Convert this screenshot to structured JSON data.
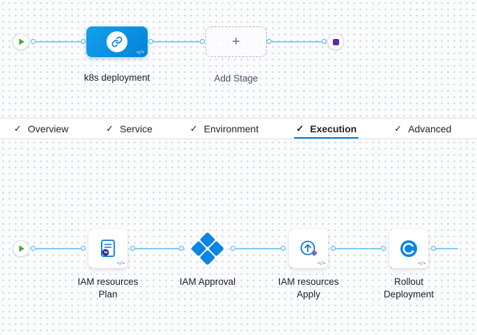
{
  "stage_pipeline": {
    "stage_label": "k8s deployment",
    "stage_code_badge": "</>",
    "add_stage_label": "Add Stage",
    "add_stage_plus": "+"
  },
  "tab_bar": {
    "check_glyph": "✓",
    "tabs": [
      {
        "label": "Overview",
        "state": "checked"
      },
      {
        "label": "Service",
        "state": "checked"
      },
      {
        "label": "Environment",
        "state": "checked"
      },
      {
        "label": "Execution",
        "state": "checked-active"
      },
      {
        "label": "Advanced",
        "state": "checked"
      }
    ]
  },
  "execution_pipeline": {
    "steps": [
      {
        "line1": "IAM resources",
        "line2": "Plan",
        "icon": "terraform-plan-icon",
        "code_badge": "</>"
      },
      {
        "line1": "IAM Approval",
        "line2": "",
        "icon": "approval-diamond-icon",
        "code_badge": ""
      },
      {
        "line1": "IAM resources",
        "line2": "Apply",
        "icon": "terraform-apply-icon",
        "code_badge": "</>"
      },
      {
        "line1": "Rollout",
        "line2": "Deployment",
        "icon": "rollout-deployment-icon",
        "code_badge": "</>"
      }
    ]
  },
  "colors": {
    "accent_blue": "#0278d5",
    "node_blue": "#0b85e0",
    "connector_blue": "#7ecdf4",
    "play_green": "#42ab45",
    "stop_purple": "#592baa",
    "terraform_purple": "#3b2e8f"
  }
}
